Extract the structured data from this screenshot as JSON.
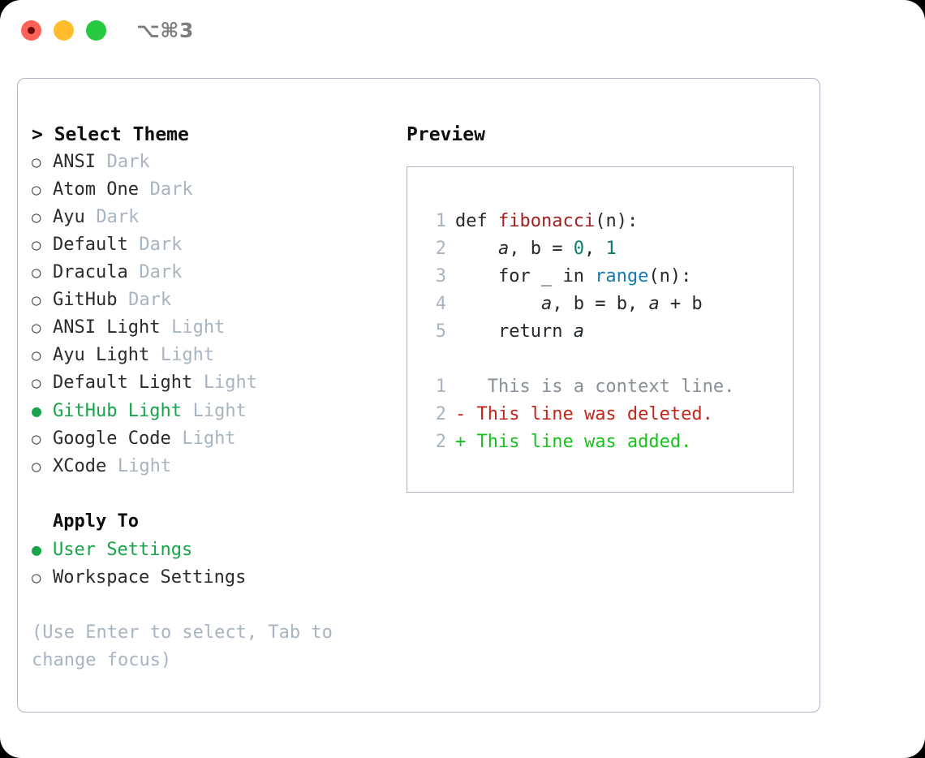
{
  "titlebar": {
    "shortcut": "⌥⌘3",
    "lights": [
      {
        "name": "close",
        "color": "#ff6159"
      },
      {
        "name": "minimize",
        "color": "#ffbd2e"
      },
      {
        "name": "zoom",
        "color": "#26c940"
      }
    ]
  },
  "theme_picker": {
    "heading": "> Select Theme",
    "bullet_off": "○",
    "bullet_on": "●",
    "items": [
      {
        "label": "ANSI",
        "badge": "Dark",
        "selected": false
      },
      {
        "label": "Atom One",
        "badge": "Dark",
        "selected": false
      },
      {
        "label": "Ayu",
        "badge": "Dark",
        "selected": false
      },
      {
        "label": "Default",
        "badge": "Dark",
        "selected": false
      },
      {
        "label": "Dracula",
        "badge": "Dark",
        "selected": false
      },
      {
        "label": "GitHub",
        "badge": "Dark",
        "selected": false
      },
      {
        "label": "ANSI Light",
        "badge": "Light",
        "selected": false
      },
      {
        "label": "Ayu Light",
        "badge": "Light",
        "selected": false
      },
      {
        "label": "Default Light",
        "badge": "Light",
        "selected": false
      },
      {
        "label": "GitHub Light",
        "badge": "Light",
        "selected": true
      },
      {
        "label": "Google Code",
        "badge": "Light",
        "selected": false
      },
      {
        "label": "XCode",
        "badge": "Light",
        "selected": false
      }
    ]
  },
  "apply_to": {
    "heading": "Apply To",
    "items": [
      {
        "label": "User Settings",
        "selected": true
      },
      {
        "label": "Workspace Settings",
        "selected": false
      }
    ]
  },
  "hint": "(Use Enter to select, Tab to change focus)",
  "preview": {
    "heading": "Preview",
    "code_lines": [
      {
        "num": "1",
        "parts": [
          {
            "t": "def ",
            "k": "plain"
          },
          {
            "t": "fibonacci",
            "k": "fn"
          },
          {
            "t": "(n):",
            "k": "plain"
          }
        ]
      },
      {
        "num": "2",
        "parts": [
          {
            "t": "    ",
            "k": "plain"
          },
          {
            "t": "a",
            "k": "var"
          },
          {
            "t": ", b = ",
            "k": "plain"
          },
          {
            "t": "0",
            "k": "num"
          },
          {
            "t": ", ",
            "k": "plain"
          },
          {
            "t": "1",
            "k": "num"
          }
        ]
      },
      {
        "num": "3",
        "parts": [
          {
            "t": "    for _ in ",
            "k": "plain"
          },
          {
            "t": "range",
            "k": "call"
          },
          {
            "t": "(n):",
            "k": "plain"
          }
        ]
      },
      {
        "num": "4",
        "parts": [
          {
            "t": "        ",
            "k": "plain"
          },
          {
            "t": "a",
            "k": "var"
          },
          {
            "t": ", b = b, ",
            "k": "plain"
          },
          {
            "t": "a",
            "k": "var"
          },
          {
            "t": " + b",
            "k": "plain"
          }
        ]
      },
      {
        "num": "5",
        "parts": [
          {
            "t": "    return ",
            "k": "plain"
          },
          {
            "t": "a",
            "k": "var"
          }
        ]
      }
    ],
    "diff_lines": [
      {
        "num": "1",
        "marker": " ",
        "text": "  This is a context line.",
        "kind": "context"
      },
      {
        "num": "2",
        "marker": "-",
        "text": " This line was deleted.",
        "kind": "deleted"
      },
      {
        "num": "2",
        "marker": "+",
        "text": " This line was added.",
        "kind": "added"
      }
    ]
  },
  "colors": {
    "accent_green": "#17a44a",
    "muted": "#a9b4c2",
    "border": "#aab4c2",
    "diff_added": "#18c21c",
    "diff_deleted": "#c2261a",
    "syntax_function": "#a11f1f",
    "syntax_number": "#0b7b70",
    "syntax_call": "#1779b5"
  }
}
